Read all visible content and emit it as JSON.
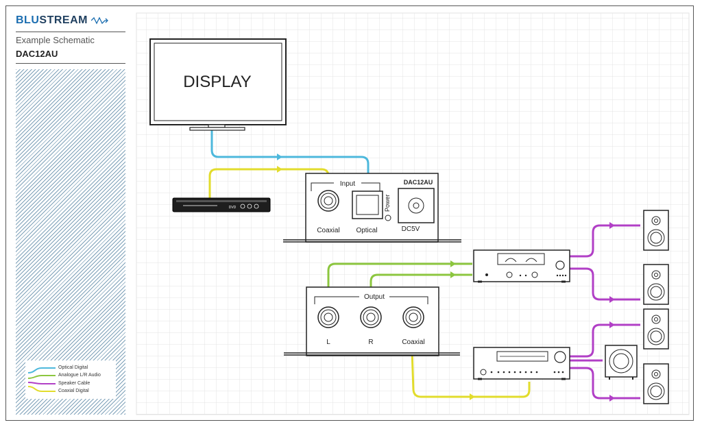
{
  "brand": {
    "name_part1": "BLU",
    "name_part2": "STREAM"
  },
  "header": {
    "subtitle": "Example Schematic",
    "model": "DAC12AU"
  },
  "display": {
    "label": "DISPLAY"
  },
  "dac_input": {
    "group_label": "Input",
    "device_label": "DAC12AU",
    "power_label": "Power",
    "coaxial_label": "Coaxial",
    "optical_label": "Optical",
    "dc_label": "DC5V"
  },
  "dac_output": {
    "group_label": "Output",
    "left_label": "L",
    "right_label": "R",
    "coaxial_label": "Coaxial"
  },
  "bluray": {
    "label": "DVD"
  },
  "legend": {
    "items": [
      {
        "label": "Optical Digital",
        "color": "#4db8dc"
      },
      {
        "label": "Analogue L/R Audio",
        "color": "#8cc63f"
      },
      {
        "label": "Speaker Cable",
        "color": "#b13fc6"
      },
      {
        "label": "Coaxial Digital",
        "color": "#e2dc2c"
      }
    ]
  },
  "colors": {
    "optical": "#4db8dc",
    "analogue": "#8cc63f",
    "speaker": "#b13fc6",
    "coaxial": "#e2dc2c",
    "grid": "#e6e6e6"
  }
}
